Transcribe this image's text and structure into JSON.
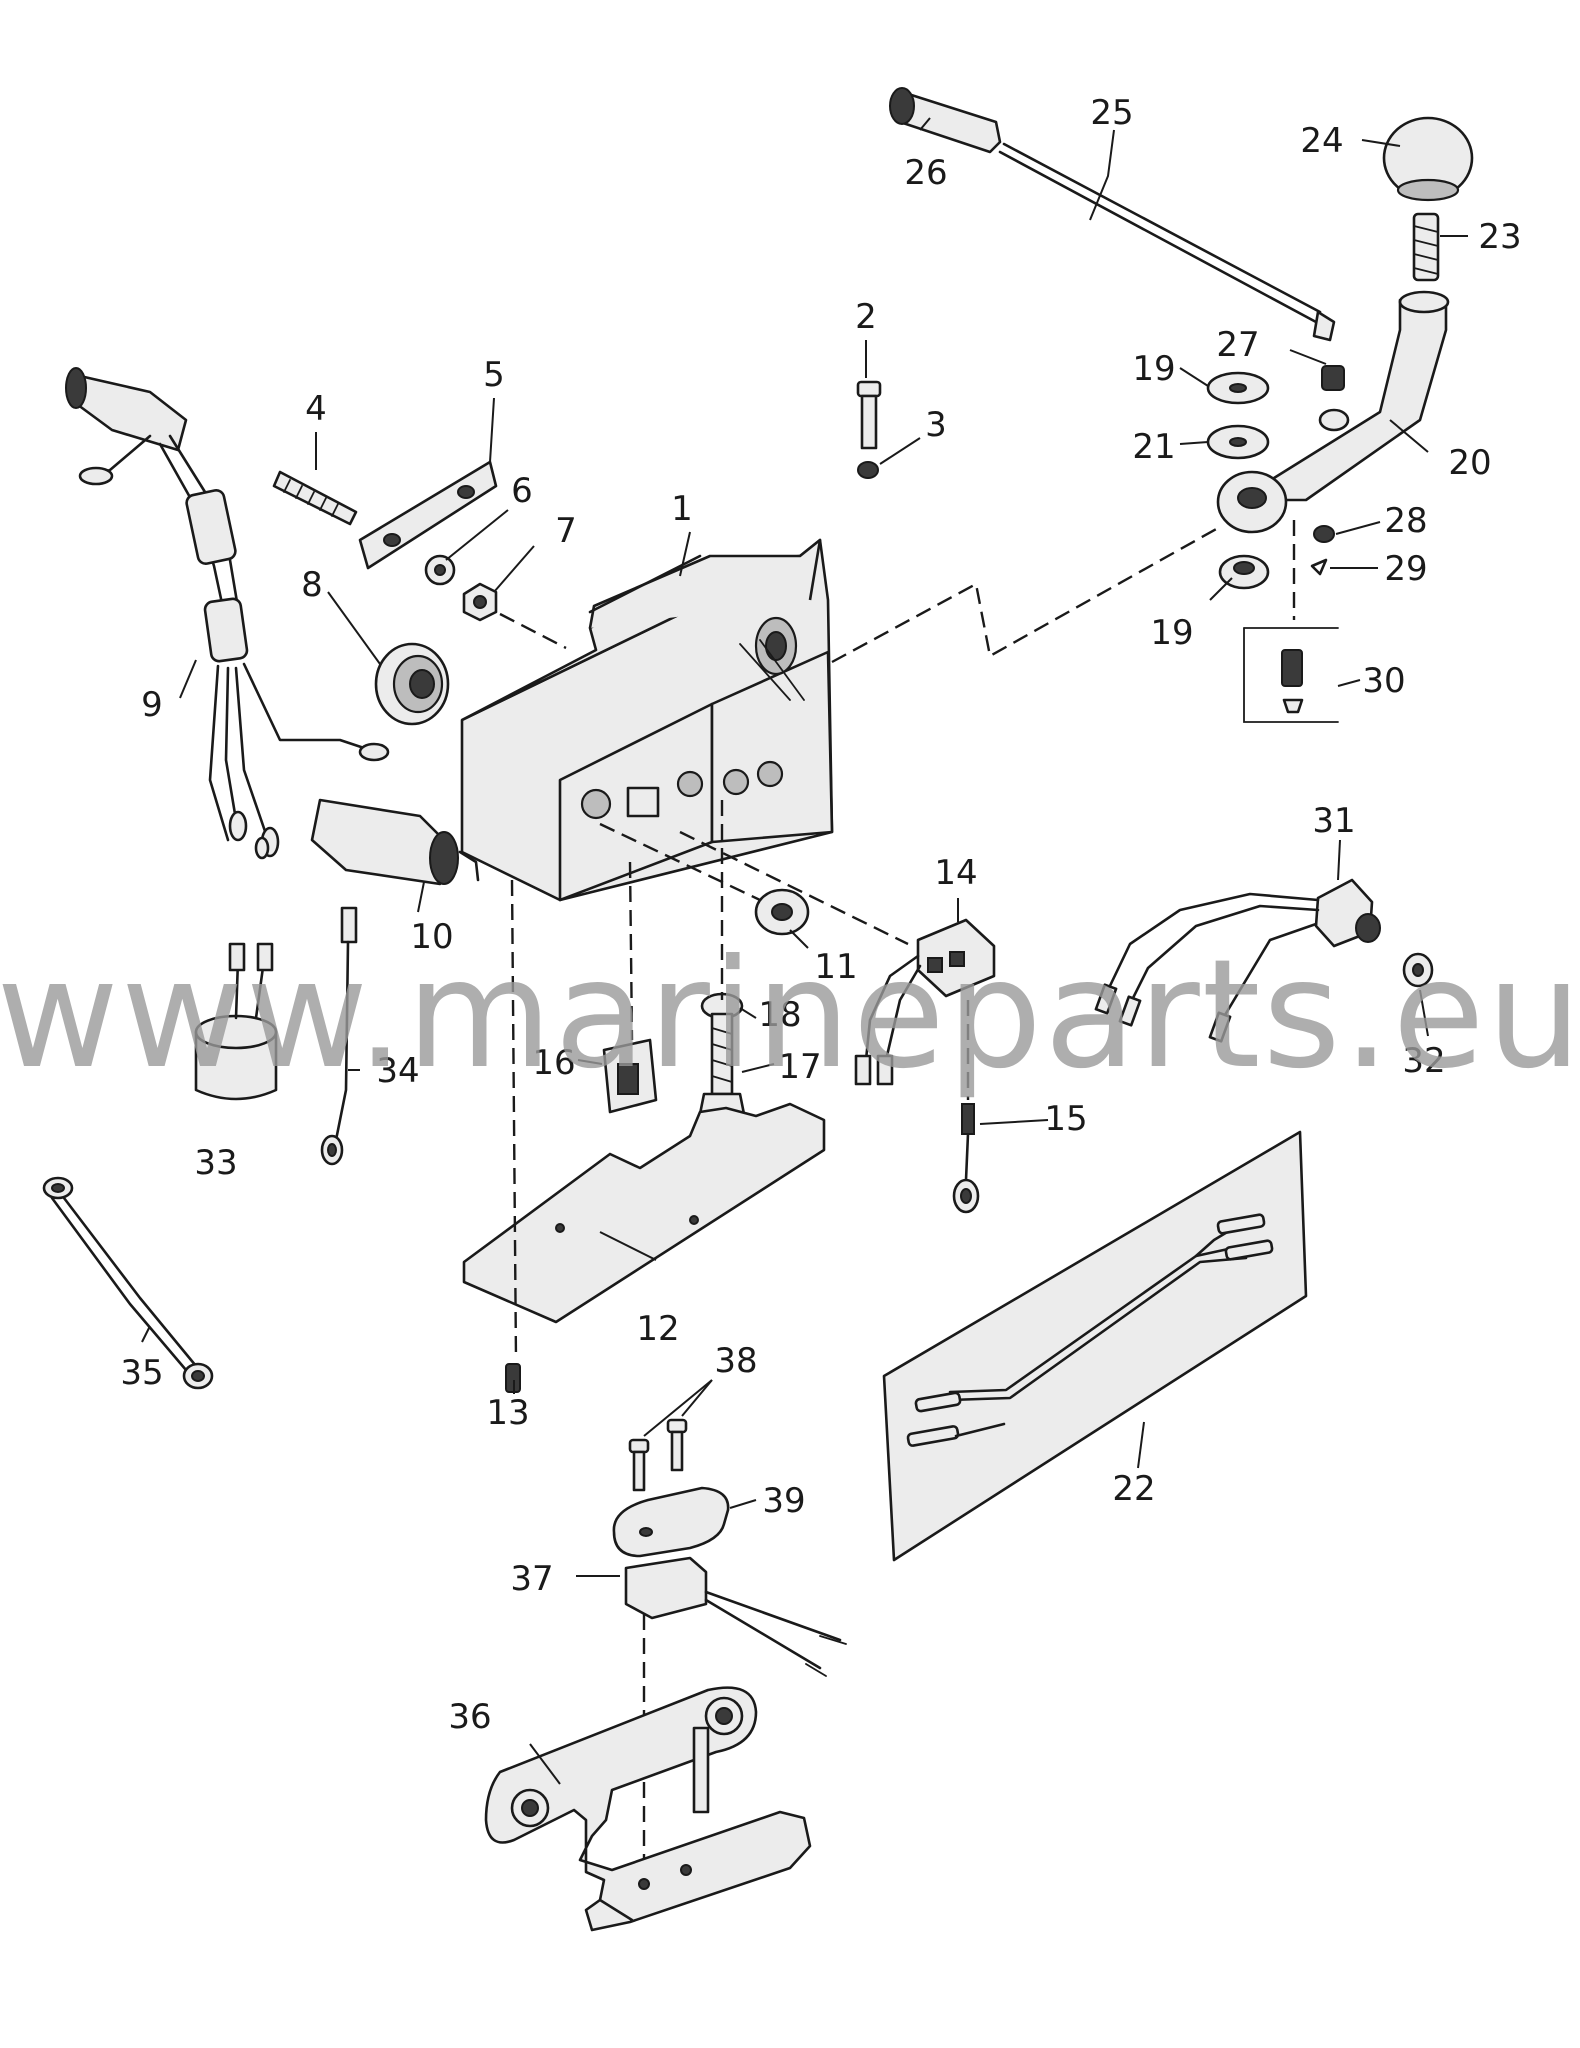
{
  "watermark": "www.marineparts.eu",
  "callouts": [
    {
      "id": "1",
      "label": "1"
    },
    {
      "id": "2",
      "label": "2"
    },
    {
      "id": "3",
      "label": "3"
    },
    {
      "id": "4",
      "label": "4"
    },
    {
      "id": "5",
      "label": "5"
    },
    {
      "id": "6",
      "label": "6"
    },
    {
      "id": "7",
      "label": "7"
    },
    {
      "id": "8",
      "label": "8"
    },
    {
      "id": "9",
      "label": "9"
    },
    {
      "id": "10",
      "label": "10"
    },
    {
      "id": "11",
      "label": "11"
    },
    {
      "id": "12",
      "label": "12"
    },
    {
      "id": "13",
      "label": "13"
    },
    {
      "id": "14",
      "label": "14"
    },
    {
      "id": "15",
      "label": "15"
    },
    {
      "id": "16",
      "label": "16"
    },
    {
      "id": "17",
      "label": "17"
    },
    {
      "id": "18",
      "label": "18"
    },
    {
      "id": "19a",
      "label": "19"
    },
    {
      "id": "19b",
      "label": "19"
    },
    {
      "id": "20",
      "label": "20"
    },
    {
      "id": "21",
      "label": "21"
    },
    {
      "id": "22",
      "label": "22"
    },
    {
      "id": "23",
      "label": "23"
    },
    {
      "id": "24",
      "label": "24"
    },
    {
      "id": "25",
      "label": "25"
    },
    {
      "id": "26",
      "label": "26"
    },
    {
      "id": "27",
      "label": "27"
    },
    {
      "id": "28",
      "label": "28"
    },
    {
      "id": "29",
      "label": "29"
    },
    {
      "id": "30",
      "label": "30"
    },
    {
      "id": "31",
      "label": "31"
    },
    {
      "id": "32",
      "label": "32"
    },
    {
      "id": "33",
      "label": "33"
    },
    {
      "id": "34",
      "label": "34"
    },
    {
      "id": "35",
      "label": "35"
    },
    {
      "id": "36",
      "label": "36"
    },
    {
      "id": "37",
      "label": "37"
    },
    {
      "id": "38",
      "label": "38"
    },
    {
      "id": "39",
      "label": "39"
    }
  ]
}
